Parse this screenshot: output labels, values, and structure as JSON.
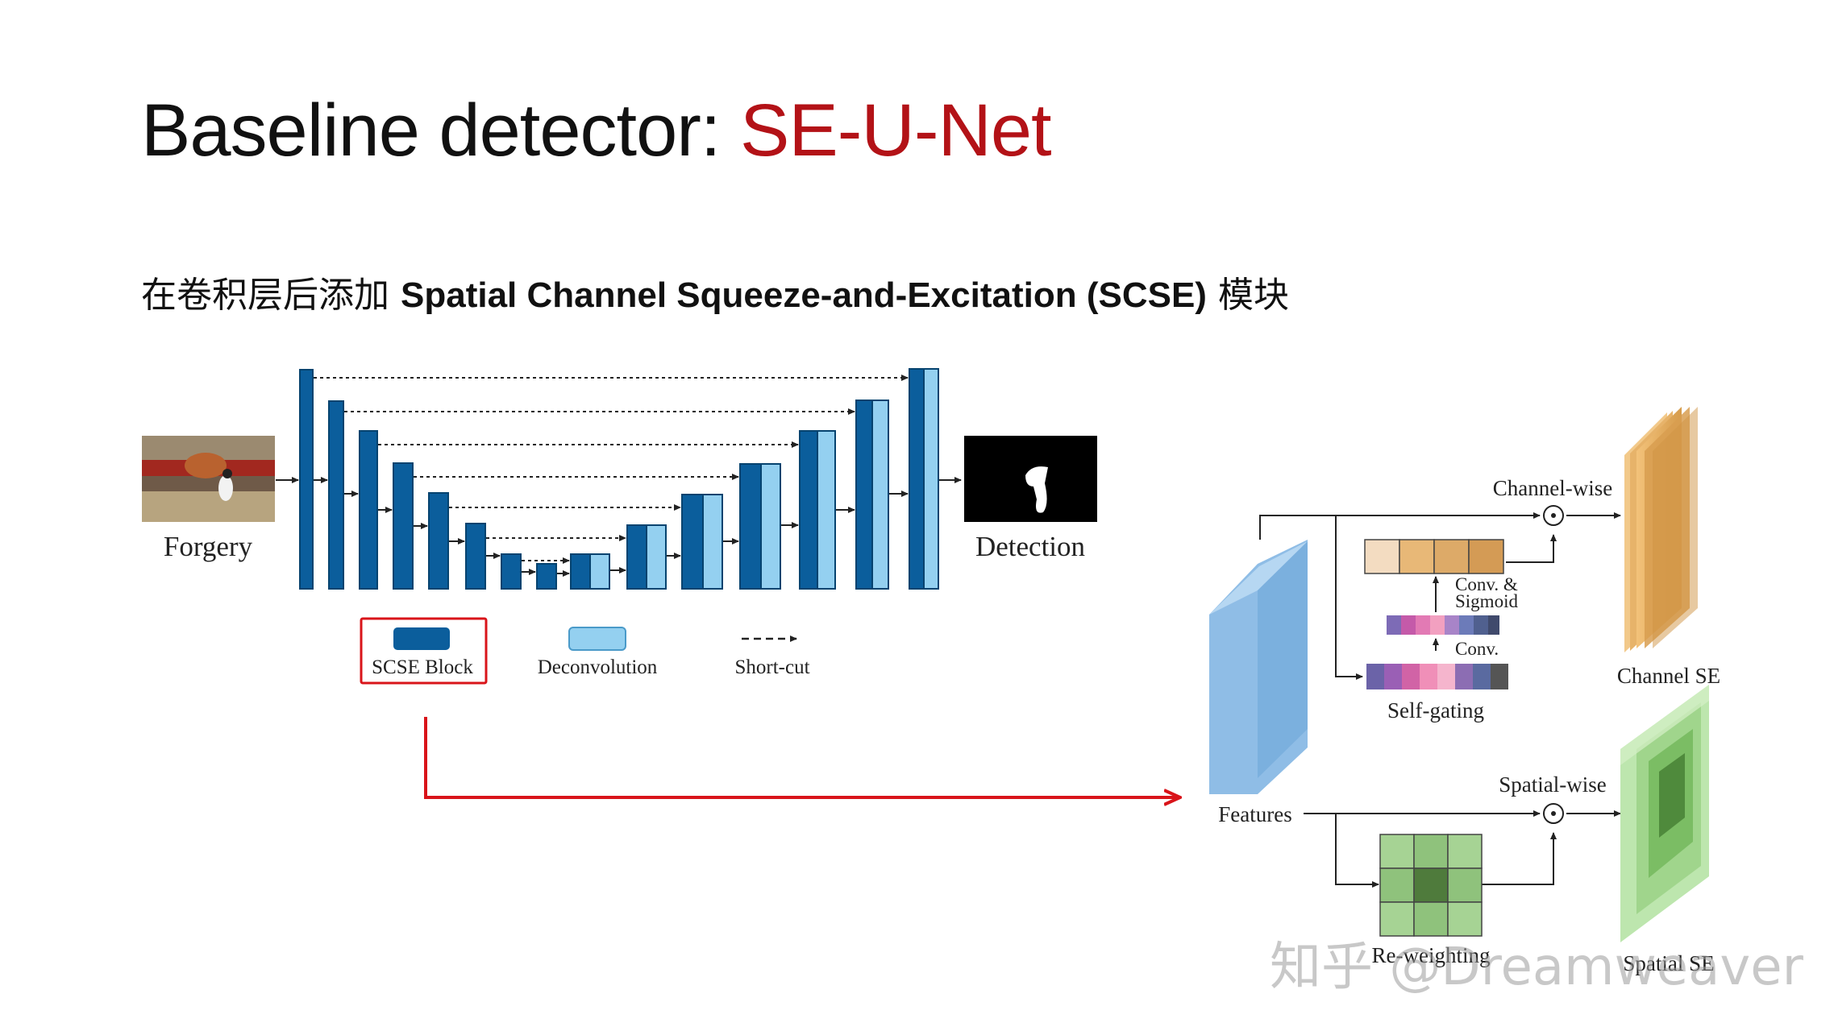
{
  "slide": {
    "title_main": "Baseline detector: ",
    "title_accent": "SE-U-Net",
    "subtitle_cn": "在卷积层后添加 ",
    "subtitle_bold": "Spatial Channel Squeeze-and-Excitation (SCSE)",
    "subtitle_tail": " 模块"
  },
  "unet": {
    "input_label": "Forgery",
    "output_label": "Detection",
    "legend": {
      "scse_block": "SCSE Block",
      "deconvolution": "Deconvolution",
      "shortcut": "Short-cut"
    }
  },
  "scse": {
    "channel_wise": "Channel-wise",
    "conv_sigmoid_line1": "Conv. &",
    "conv_sigmoid_line2": "Sigmoid",
    "conv": "Conv.",
    "self_gating": "Self-gating",
    "channel_se": "Channel SE",
    "spatial_wise": "Spatial-wise",
    "features": "Features",
    "reweighting": "Re-weighting",
    "spatial_se": "Spatial SE"
  },
  "watermark": "知乎 @Dreamweaver",
  "colors": {
    "accent_red": "#b31217",
    "scse_dark_blue": "#0b5e9c",
    "deconv_light_blue": "#94d0f0",
    "arrow_red": "#d9141a",
    "feature_blue": "#8fbde6",
    "channel_orange": "#d9a65a",
    "spatial_green": "#8fc97e"
  }
}
